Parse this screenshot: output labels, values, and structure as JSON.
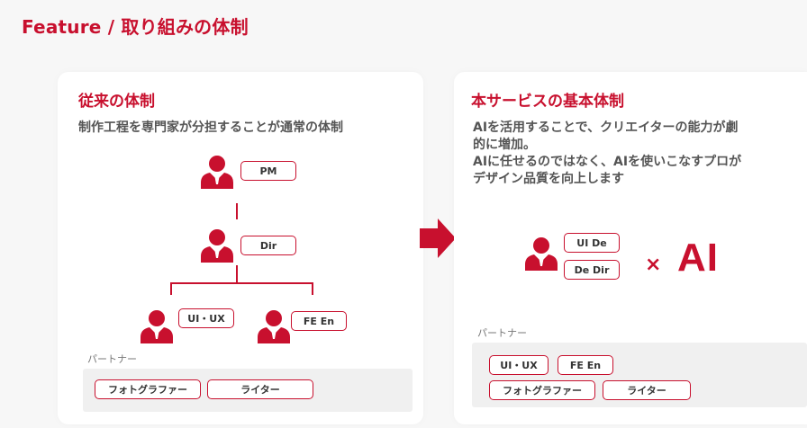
{
  "page": {
    "title": "Feature / 取り組みの体制"
  },
  "left": {
    "title": "従来の体制",
    "description": "制作工程を専門家が分担することが通常の体制",
    "roles": {
      "pm": "PM",
      "dir": "Dir",
      "uiux": "UI・UX",
      "fe": "FE En"
    },
    "partner_label": "パートナー",
    "partners": [
      "フォトグラファー",
      "ライター"
    ]
  },
  "right": {
    "title": "本サービスの基本体制",
    "description_lines": [
      "AIを活用することで、クリエイターの能力が劇",
      "的に増加。",
      "AIに任せるのではなく、AIを使いこなすプロが",
      "デザイン品質を向上します"
    ],
    "roles": {
      "uide": "UI De",
      "dedir": "De Dir"
    },
    "times": "×",
    "ai": "AI",
    "partner_label": "パートナー",
    "partners": [
      "UI・UX",
      "FE En",
      "フォトグラファー",
      "ライター"
    ]
  },
  "colors": {
    "accent": "#c8102e",
    "text": "#444444",
    "background": "#f7f7f7"
  },
  "icons": {
    "person": "person-icon",
    "arrow": "arrow-right-icon"
  }
}
